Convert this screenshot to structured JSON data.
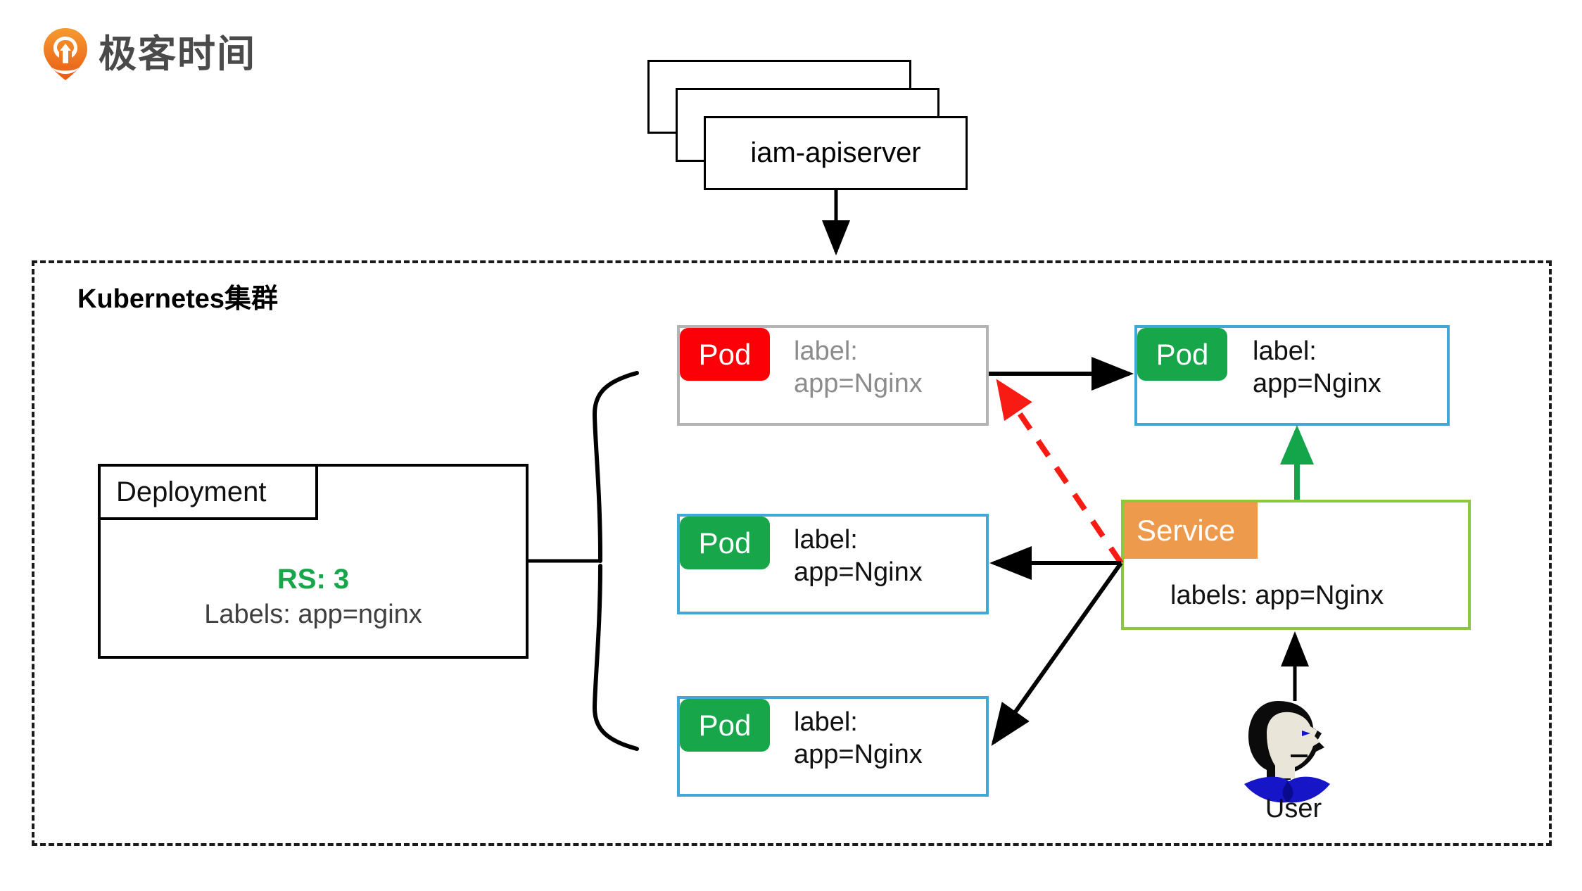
{
  "brand": {
    "name": "极客时间",
    "logo_icon": "geektime-pin-logo-icon",
    "logo_color": "#ef6c1f"
  },
  "apiserver": {
    "label": "iam-apiserver",
    "stack_count": 3
  },
  "cluster": {
    "title": "Kubernetes集群",
    "border_style": "dashed"
  },
  "deployment": {
    "title": "Deployment",
    "rs_line": "RS: 3",
    "labels_line": "Labels: app=nginx",
    "rs_color": "#17a74a"
  },
  "pods": [
    {
      "badge": "Pod",
      "badge_color": "#fb0007",
      "border_color": "#b3b3b3",
      "text_color": "#8c8c8c",
      "label": "label:\napp=Nginx",
      "state": "failed"
    },
    {
      "badge": "Pod",
      "badge_color": "#17a74a",
      "border_color": "#3fa8d6",
      "text_color": "#111111",
      "label": "label:\napp=Nginx",
      "state": "running"
    },
    {
      "badge": "Pod",
      "badge_color": "#17a74a",
      "border_color": "#3fa8d6",
      "text_color": "#111111",
      "label": "label:\napp=Nginx",
      "state": "running"
    },
    {
      "badge": "Pod",
      "badge_color": "#17a74a",
      "border_color": "#3fa8d6",
      "text_color": "#111111",
      "label": "label:\napp=Nginx",
      "state": "new"
    }
  ],
  "service": {
    "badge": "Service",
    "badge_color": "#ee9a4d",
    "border_color": "#8dc63f",
    "labels_line": "labels:  app=Nginx"
  },
  "user": {
    "label": "User",
    "icon": "user-head-profile-icon"
  },
  "connectors": {
    "apiserver_to_cluster": "black-arrow-down",
    "deployment_to_pods": "curly-brace",
    "failed_pod_to_new_pod": "black-arrow-right",
    "service_to_failed_pod": "red-dashed-arrow",
    "service_to_pod2": "black-arrow-left",
    "service_to_pod3": "black-arrow-diagonal",
    "service_to_new_pod": "green-arrow-up",
    "user_to_service": "black-arrow-up"
  }
}
